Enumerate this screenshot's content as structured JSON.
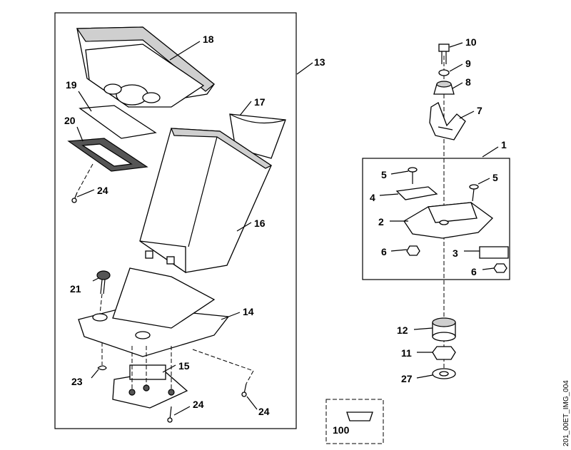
{
  "diagram": {
    "callouts": [
      "1",
      "2",
      "3",
      "4",
      "5",
      "5",
      "6",
      "6",
      "7",
      "8",
      "9",
      "10",
      "11",
      "12",
      "13",
      "14",
      "15",
      "16",
      "17",
      "18",
      "19",
      "20",
      "21",
      "23",
      "24",
      "24",
      "24",
      "27",
      "100"
    ],
    "side_text": "201_00ET_IMG_004"
  }
}
